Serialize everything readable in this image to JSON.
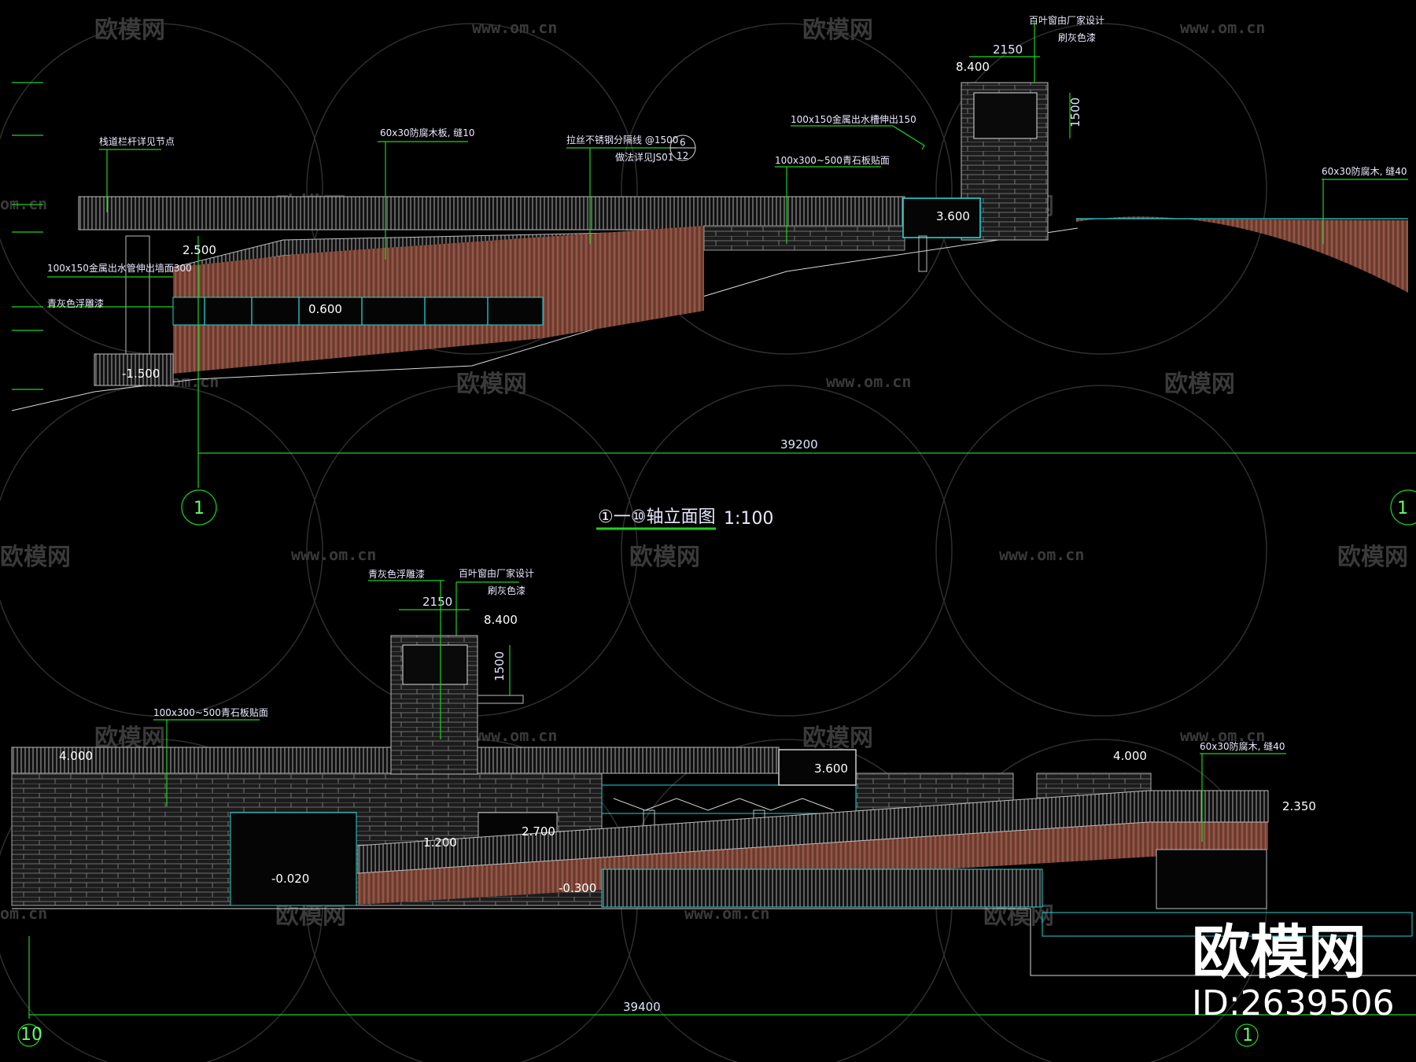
{
  "watermark": {
    "brand": "欧模网",
    "url": "www.om.cn",
    "url_short": "om.cn"
  },
  "top_elevation": {
    "overall_dim": "39200",
    "axis_left": "1",
    "axis_right": "1",
    "title_prefix": "①一⑩轴立面图",
    "title_scale": "1:100",
    "dims": {
      "tower_width": "2150",
      "tower_height": "1500"
    },
    "levels": [
      "8.400",
      "3.600",
      "2.500",
      "0.600",
      "-1.500"
    ],
    "notes": {
      "railing": "栈道栏杆详见节点",
      "wood_60x30": "60x30防腐木板, 缝10",
      "steel_line": "拉丝不锈钢分隔线 @1500",
      "steel_detail": "做法详见JS01",
      "detail_num": "6",
      "detail_sheet": "12",
      "louver": "百叶窗由厂家设计",
      "louver_color": "刷灰色漆",
      "gutter": "100x150金属出水槽伸出150",
      "stone": "100x300~500青石板贴面",
      "wood_60x30_right": "60x30防腐木, 缝40",
      "gutter_left": "100x150金属出水管伸出墙面300",
      "paint": "青灰色浮雕漆"
    }
  },
  "bottom_elevation": {
    "overall_dim": "39400",
    "axis_left": "10",
    "axis_right": "1",
    "dims": {
      "tower_width": "2150",
      "tower_height": "1500"
    },
    "levels": [
      "8.400",
      "4.000",
      "3.600",
      "4.000",
      "2.350",
      "2.700",
      "1.200",
      "-0.020",
      "-0.300"
    ],
    "notes": {
      "paint": "青灰色浮雕漆",
      "louver": "百叶窗由厂家设计",
      "louver_color": "刷灰色漆",
      "stone": "100x300~500青石板贴面",
      "wood": "60x30防腐木, 缝40"
    }
  },
  "stamp": {
    "brand": "欧模网",
    "id": "ID:2639506"
  },
  "colors": {
    "background": "#000000",
    "dimension": "#1fd11f",
    "outline": "#22d4d4",
    "wood": "#7a4436"
  }
}
